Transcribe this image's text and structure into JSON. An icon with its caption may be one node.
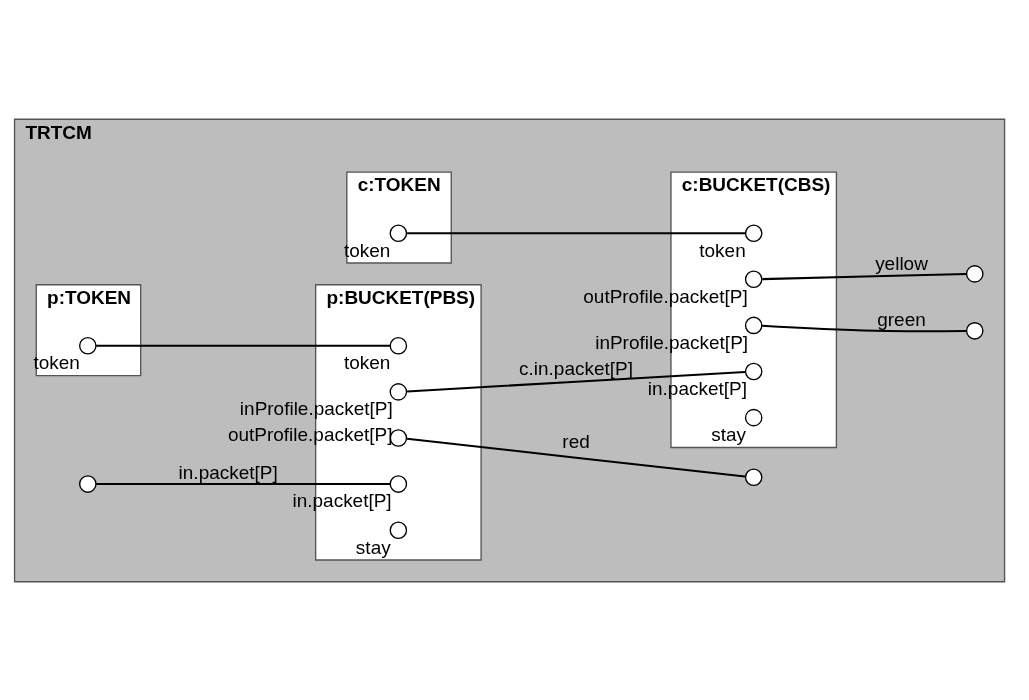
{
  "diagram": {
    "nodes": [
      {
        "text": [
          "TRTCM"
        ]
      },
      {
        "text": [],
        "shape": "circle",
        "in": 0
      },
      {
        "text": [
          "p:BUCKET(PBS)"
        ],
        "in": 0
      },
      {
        "text": [
          "p:TOKEN"
        ],
        "in": 0
      },
      {
        "text": [
          "c:BUCKET(CBS)"
        ],
        "in": 0
      },
      {
        "text": [
          "c:TOKEN"
        ],
        "in": 0
      },
      {
        "text": [],
        "shape": "circle",
        "beside": [
          "in.packet[P]"
        ],
        "in": 2
      },
      {
        "text": [],
        "shape": "circle",
        "beside": [
          "outProfile.packet[P]"
        ],
        "in": 2
      },
      {
        "text": [],
        "shape": "circle",
        "beside": [
          "inProfile.packet[P]"
        ],
        "in": 2
      },
      {
        "text": [],
        "shape": "circle",
        "beside": [
          "token"
        ],
        "in": 2
      },
      {
        "text": [],
        "shape": "circle",
        "beside": [
          "stay"
        ],
        "in": 2
      },
      {
        "text": [],
        "shape": "circle",
        "beside": [
          "token"
        ],
        "in": 3
      },
      {
        "text": [],
        "shape": "circle",
        "beside": [
          "in.packet[P]"
        ],
        "in": 4
      },
      {
        "text": [],
        "shape": "circle",
        "beside": [
          "inProfile.packet[P]"
        ],
        "in": 4
      },
      {
        "text": [],
        "shape": "circle",
        "beside": [
          "outProfile.packet[P]"
        ],
        "in": 4
      },
      {
        "text": [],
        "shape": "circle",
        "beside": [
          "token"
        ],
        "in": 4
      },
      {
        "text": [],
        "shape": "circle",
        "beside": [
          "stay"
        ],
        "in": 4
      },
      {
        "text": [],
        "shape": "circle",
        "beside": [
          "token"
        ],
        "in": 5
      },
      {
        "text": [],
        "shape": "circle",
        "in": 0
      },
      {
        "text": [],
        "shape": "circle",
        "in": 0
      },
      {
        "text": [],
        "shape": "circle",
        "in": 0
      }
    ],
    "edges": [
      {
        "from": 1,
        "to": 6,
        "arrow": "none",
        "label": "in.packet[P]"
      },
      {
        "from": 7,
        "to": 18,
        "arrow": "none",
        "label": "red"
      },
      {
        "from": 11,
        "to": 9,
        "arrow": "none"
      },
      {
        "from": 8,
        "to": 12,
        "arrow": "none",
        "label": "c.in.packet[P]"
      },
      {
        "from": 13,
        "to": 19,
        "arrow": "none",
        "label": "green"
      },
      {
        "from": 14,
        "to": 20,
        "arrow": "none",
        "label": "yellow"
      },
      {
        "from": 17,
        "to": 15,
        "arrow": "none"
      }
    ]
  }
}
